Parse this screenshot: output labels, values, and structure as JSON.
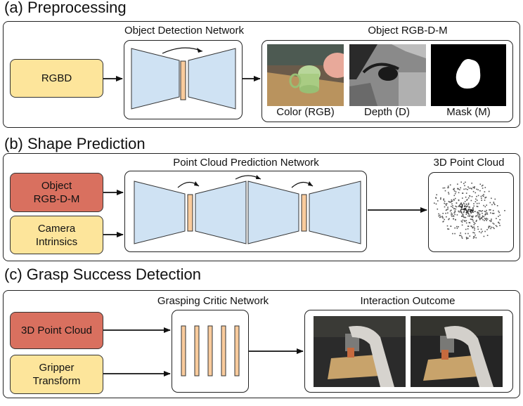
{
  "sections": {
    "a": {
      "title": "(a) Preprocessing"
    },
    "b": {
      "title": "(b) Shape Prediction"
    },
    "c": {
      "title": "(c) Grasp Success Detection"
    }
  },
  "preprocessing": {
    "input": "RGBD",
    "network_label": "Object Detection Network",
    "output_label": "Object RGB-D-M",
    "thumbnails": [
      "Color (RGB)",
      "Depth (D)",
      "Mask (M)"
    ]
  },
  "shape": {
    "inputs": [
      "Object\nRGB-D-M",
      "Camera\nIntrinsics"
    ],
    "network_label": "Point Cloud Prediction Network",
    "output_label": "3D Point Cloud"
  },
  "grasp": {
    "inputs": [
      "3D Point Cloud",
      "Gripper\nTransform"
    ],
    "network_label": "Grasping Critic Network",
    "output_label": "Interaction Outcome"
  },
  "colors": {
    "yellow_box": "#fde59b",
    "red_box": "#d9705f",
    "network_blue": "#cfe2f3",
    "bottleneck_orange": "#f9cb9c"
  }
}
